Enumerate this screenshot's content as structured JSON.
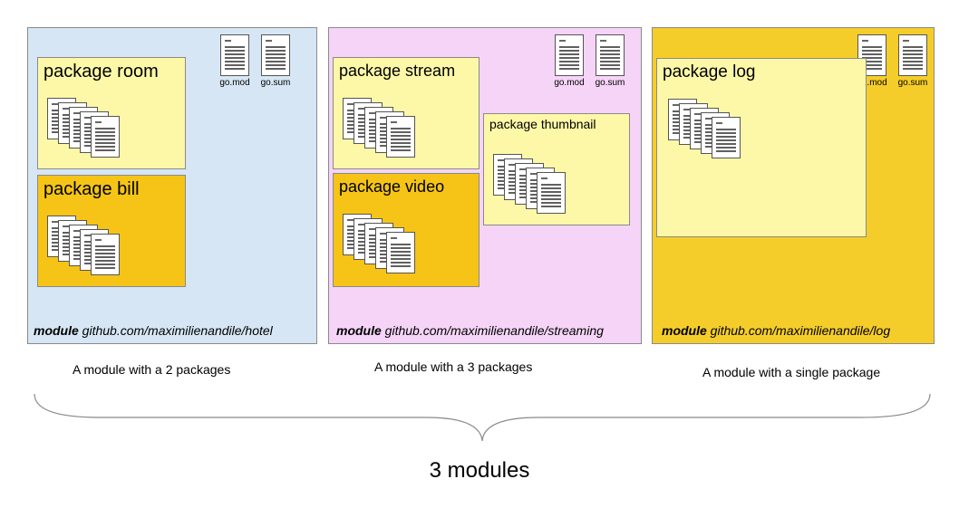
{
  "modules": [
    {
      "keyword": "module",
      "path": " github.com/maximilienandile/hotel",
      "files": [
        "go.mod",
        "go.sum"
      ],
      "packages": [
        {
          "title": "package room"
        },
        {
          "title": "package bill"
        }
      ],
      "caption": "A module with a 2 packages",
      "color": "#d6e6f4"
    },
    {
      "keyword": "module",
      "path": " github.com/maximilienandile/streaming",
      "files": [
        "go.mod",
        "go.sum"
      ],
      "packages": [
        {
          "title": "package  stream"
        },
        {
          "title": "package thumbnail"
        },
        {
          "title": "package  video"
        }
      ],
      "caption": "A module with a 3 packages",
      "color": "#f5d4f7"
    },
    {
      "keyword": "module",
      "path": " github.com/maximilienandile/log",
      "files": [
        "go.mod",
        "go.sum"
      ],
      "packages": [
        {
          "title": "package log"
        }
      ],
      "caption": "A module with a single package",
      "color": "#f5cd2a"
    }
  ],
  "summary": "3 modules",
  "colors": {
    "package_light": "#fdf8a8",
    "package_dark": "#f5c416"
  },
  "icons": [
    "document-icon"
  ]
}
